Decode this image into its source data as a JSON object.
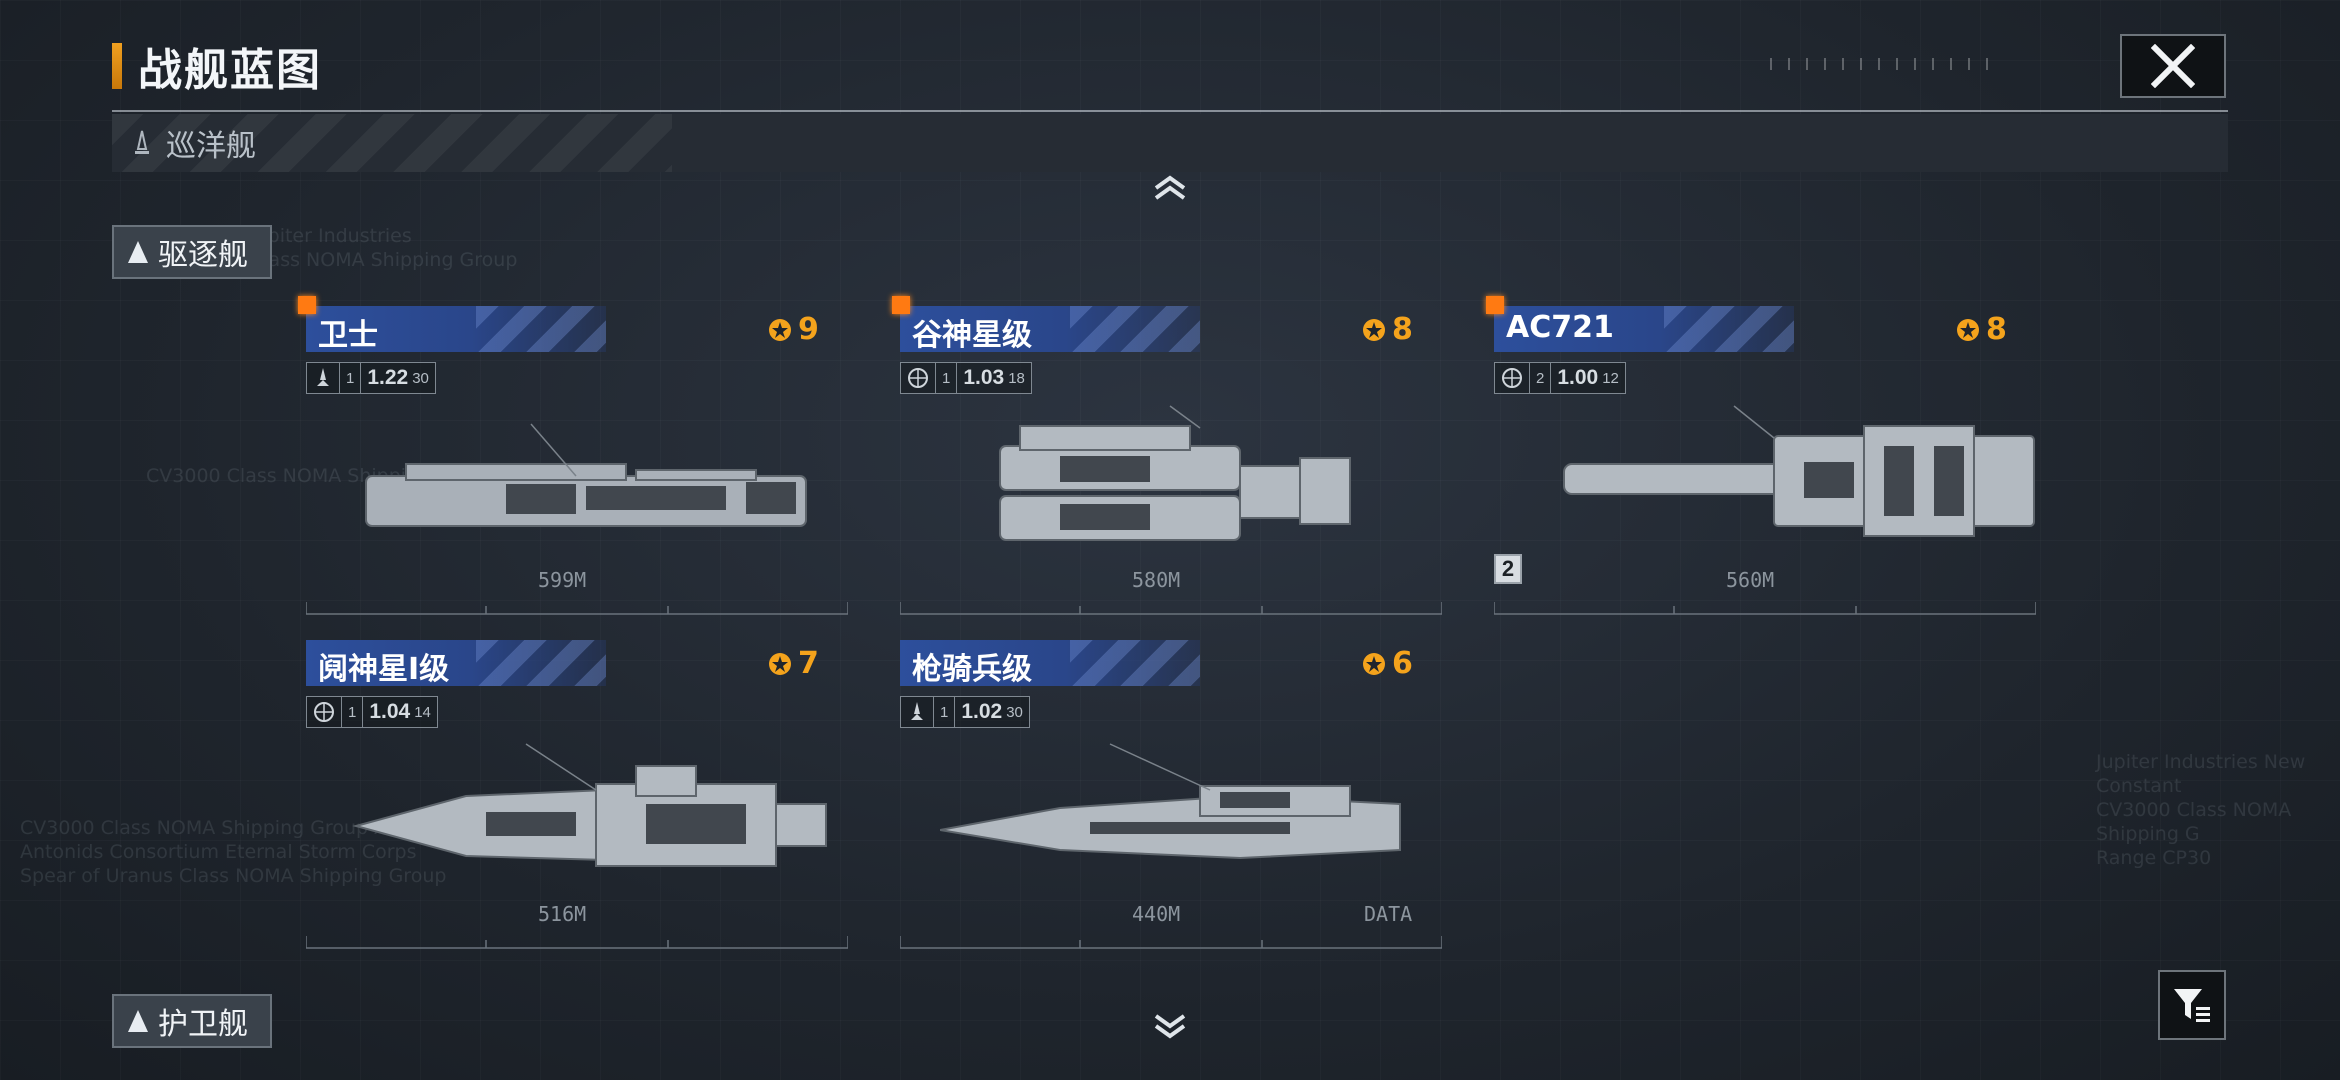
{
  "header": {
    "title": "战舰蓝图",
    "close_icon": "close-icon"
  },
  "categories": {
    "cruiser": {
      "label": "巡洋舰",
      "expanded": false
    },
    "destroyer": {
      "label": "驱逐舰",
      "expanded": true
    },
    "frigate": {
      "label": "护卫舰",
      "expanded": false
    }
  },
  "ships": [
    {
      "name": "卫士",
      "rank": "9",
      "new": true,
      "level": "1",
      "speed": "1.22",
      "stat": "30",
      "type_icon": "rocket-icon",
      "length": "599M"
    },
    {
      "name": "谷神星级",
      "rank": "8",
      "new": true,
      "level": "1",
      "speed": "1.03",
      "stat": "18",
      "type_icon": "globe-icon",
      "length": "580M"
    },
    {
      "name": "AC721",
      "rank": "8",
      "new": true,
      "level": "2",
      "speed": "1.00",
      "stat": "12",
      "type_icon": "globe-icon",
      "length": "560M",
      "badge": "2"
    },
    {
      "name": "阋神星I级",
      "rank": "7",
      "new": false,
      "level": "1",
      "speed": "1.04",
      "stat": "14",
      "type_icon": "globe-icon",
      "length": "516M"
    },
    {
      "name": "枪骑兵级",
      "rank": "6",
      "new": false,
      "level": "1",
      "speed": "1.02",
      "stat": "30",
      "type_icon": "rocket-icon",
      "length": "440M",
      "extra_label": "DATA"
    }
  ],
  "background_text": {
    "left_block": [
      "CV3000 Class NOMA Shipping Group Antonios Consortium",
      "Antonids Consortium Eternal Storm Corps",
      "Spear of Uranus Class NOMA Shipping Group"
    ],
    "right_block": [
      "Jupiter Industries  New Constant",
      "CV3000 Class NOMA Shipping G",
      "Range CP30"
    ],
    "top_block": [
      "Jupiter Industries",
      "Class NOMA Shipping Group"
    ],
    "mid_left": "CV3000 Class NOMA Shipping"
  },
  "colors": {
    "accent_orange": "#f4a31c",
    "name_bar_blue": "#2d4f9c",
    "new_marker": "#ff7a12"
  }
}
